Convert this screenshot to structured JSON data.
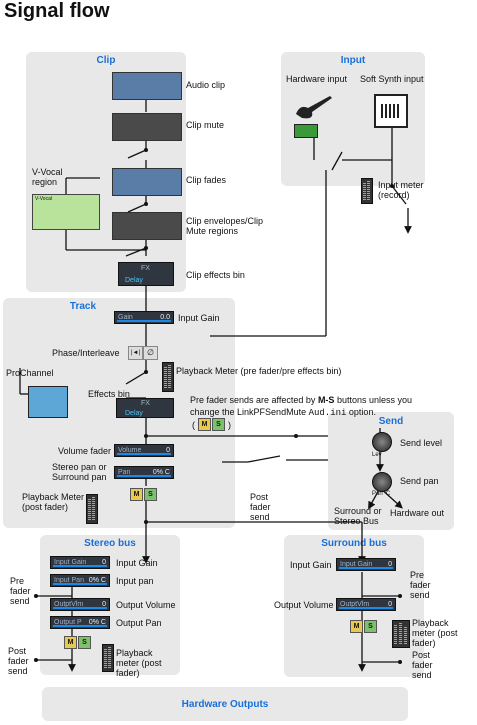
{
  "title": "Signal flow",
  "clip": {
    "title": "Clip",
    "audio_clip": "Audio clip",
    "clip_mute": "Clip mute",
    "vvocal": "V-Vocal region",
    "vvocal_tag": "V-Vocal",
    "clip_fades": "Clip fades",
    "clip_envelopes": "Clip envelopes/Clip Mute regions",
    "fx_bin_label": "Clip effects bin",
    "fx_header": "FX",
    "fx_item": "Delay"
  },
  "input": {
    "title": "Input",
    "hardware_input": "Hardware input",
    "soft_synth": "Soft Synth input",
    "meter": "Input meter (record)"
  },
  "track": {
    "title": "Track",
    "input_gain_ctl": "Gain",
    "input_gain_val": "0.0",
    "input_gain": "Input Gain",
    "phase": "Phase/Interleave",
    "phase_btn1": "|◄|",
    "phase_btn2": "∅",
    "prochannel": "ProChannel",
    "pb_meter_pre": "Playback Meter (pre fader/pre effects bin)",
    "effects_bin": "Effects bin",
    "fx_header": "FX",
    "fx_item": "Delay",
    "volume_fader": "Volume fader",
    "volume_ctl": "Volume",
    "volume_val": "0",
    "stereo_pan": "Stereo pan or Surround pan",
    "pan_ctl": "Pan",
    "pan_val": "0% C",
    "m": "M",
    "s": "S",
    "pb_meter_post": "Playback Meter (post fader)",
    "note_line1": "Pre fader sends are affected by",
    "note_bold": "M-S",
    "note_line1b": "buttons unless you",
    "note_line2": "change the LinkPFSendMute",
    "note_code": "Aud.ini",
    "note_line2b": "option.",
    "note_open": "(",
    "note_close": ")",
    "post_fader_send": "Post fader send"
  },
  "send": {
    "title": "Send",
    "level": "Send level",
    "pan": "Send pan",
    "lev_knob": "Lev",
    "pan_knob": "Pan",
    "pan_knob_val": "C",
    "surround": "Surround or Stereo Bus",
    "hardware_out": "Hardware out"
  },
  "stereo_bus": {
    "title": "Stereo bus",
    "input_gain": "Input Gain",
    "input_pan": "Input pan",
    "output_volume": "Output Volume",
    "output_pan": "Output Pan",
    "ctl_gain": "Input Gain",
    "ctl_gain_val": "0",
    "ctl_pan": "Input Pan",
    "ctl_pan_val": "0% C",
    "ctl_vol": "OutptVlm",
    "ctl_vol_val": "0",
    "ctl_opan": "Output P",
    "ctl_opan_val": "0% C",
    "pre_fader_send": "Pre fader send",
    "post_fader_send": "Post fader send",
    "pb_meter": "Playback meter (post fader)"
  },
  "surround_bus": {
    "title": "Surround bus",
    "input_gain": "Input Gain",
    "output_volume": "Output Volume",
    "ctl_gain": "Input Gain",
    "ctl_gain_val": "0",
    "ctl_vol": "OutptVlm",
    "ctl_vol_val": "0",
    "pre_fader_send": "Pre fader send",
    "post_fader_send": "Post fader send",
    "pb_meter": "Playback meter (post fader)"
  },
  "hardware_outputs": "Hardware Outputs",
  "colors": {
    "accent": "#1a6fd6",
    "panel": "#e8e8e8"
  }
}
